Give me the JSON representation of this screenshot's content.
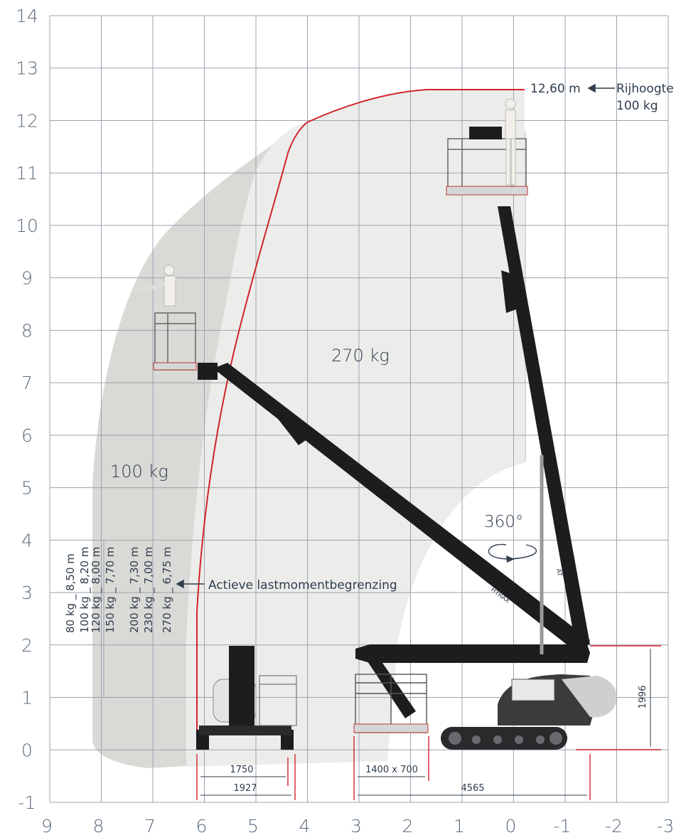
{
  "axes": {
    "x_ticks": [
      "9",
      "8",
      "7",
      "6",
      "5",
      "4",
      "3",
      "2",
      "1",
      "0",
      "-1",
      "-2",
      "-3"
    ],
    "y_ticks": [
      "14",
      "13",
      "12",
      "11",
      "10",
      "9",
      "8",
      "7",
      "6",
      "5",
      "4",
      "3",
      "2",
      "1",
      "0",
      "-1"
    ],
    "x_range": [
      9,
      -3
    ],
    "y_range": [
      -1,
      14
    ],
    "grid": true
  },
  "labels": {
    "max_height": "12,60 m",
    "drive_height": "Rijhoogte",
    "drive_load": "100 kg",
    "zone_270": "270 kg",
    "zone_100": "100 kg",
    "rotation": "360°",
    "load_limiter": "Actieve lastmomentbegrenzing",
    "height_dim": "1996",
    "dim_1750": "1750",
    "dim_1927": "1927",
    "dim_platform": "1400 x 700",
    "dim_4565": "4565",
    "brand": "HYRAX",
    "model": "AT"
  },
  "load_table": [
    "80 kg _ 8,50 m",
    "100 kg _ 8,20 m",
    "120 kg _ 8,00 m",
    "150 kg _ 7,70 m",
    "200 kg _ 7,30 m",
    "230 kg _ 7,00 m",
    "270 kg _ 6,75 m"
  ],
  "colors": {
    "grid": "#9aa3ad",
    "envelope_outer": "#d9d9d6",
    "envelope_inner": "#ecedeb",
    "limit_line": "#d2232a",
    "machine": "#1d1d1f",
    "text": "#2f3d4c"
  }
}
